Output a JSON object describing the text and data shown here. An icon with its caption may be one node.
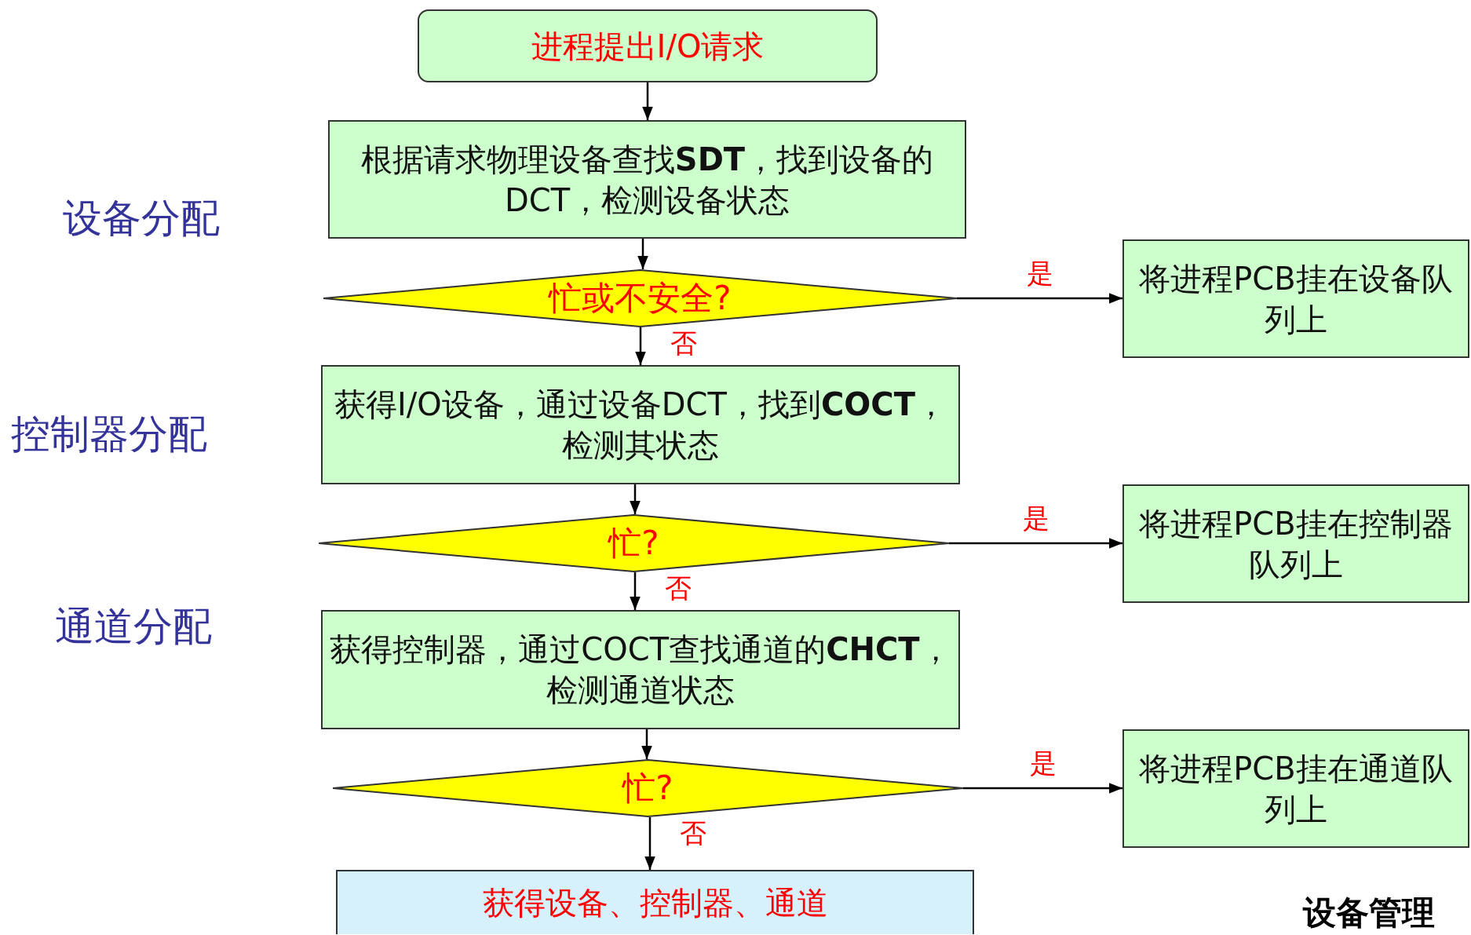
{
  "diagram": {
    "nodes": [
      {
        "text": [
          "进程提出I/O请求"
        ]
      },
      {
        "text": [
          "根据请求物理设备查找**SDT**，找到设备的DCT，检测设备状态"
        ]
      },
      {
        "text": [
          "忙或不安全?"
        ]
      },
      {
        "text": [
          "将进程PCB挂在设备队列上"
        ]
      },
      {
        "text": [
          "获得I/O设备，通过设备DCT，找到**COCT**，检测其状态"
        ]
      },
      {
        "text": [
          "忙?"
        ]
      },
      {
        "text": [
          "将进程PCB挂在控制器队列上"
        ]
      },
      {
        "text": [
          "获得控制器，通过COCT查找通道的**CHCT**，检测通道状态"
        ]
      },
      {
        "text": [
          "忙?"
        ]
      },
      {
        "text": [
          "将进程PCB挂在通道队列上"
        ]
      },
      {
        "text": [
          "获得设备、控制器、通道"
        ]
      }
    ],
    "edges": [
      {
        "from": 0,
        "to": 1,
        "arrow": "to"
      },
      {
        "from": 1,
        "to": 2,
        "arrow": "to"
      },
      {
        "from": 2,
        "to": 3,
        "arrow": "to",
        "label": "是"
      },
      {
        "from": 2,
        "to": 4,
        "arrow": "to",
        "label": "否"
      },
      {
        "from": 4,
        "to": 5,
        "arrow": "to"
      },
      {
        "from": 5,
        "to": 6,
        "arrow": "to",
        "label": "是"
      },
      {
        "from": 5,
        "to": 7,
        "arrow": "to",
        "label": "否"
      },
      {
        "from": 7,
        "to": 8,
        "arrow": "to"
      },
      {
        "from": 8,
        "to": 9,
        "arrow": "to",
        "label": "是"
      },
      {
        "from": 8,
        "to": 10,
        "arrow": "to",
        "label": "否"
      }
    ],
    "labels": [
      "设备分配",
      "控制器分配",
      "通道分配",
      "设备管理"
    ]
  }
}
